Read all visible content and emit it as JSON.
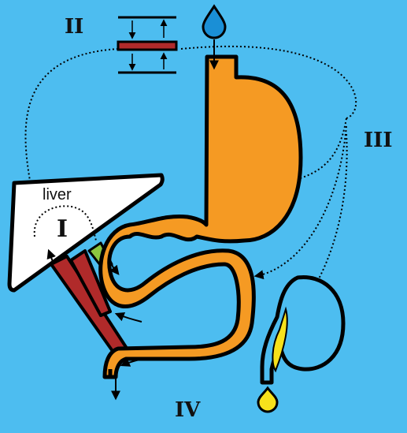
{
  "labels": {
    "liver": "liver",
    "region_I": "I",
    "region_II": "II",
    "region_III": "III",
    "region_IV": "IV"
  },
  "colors": {
    "background": "#4dbdf0",
    "stomach_gut": "#f59a23",
    "outline": "#000000",
    "liver": "#ffffff",
    "ducts": "#b02a2a",
    "gallbladder": "#8cc63f",
    "pancreas_secretion": "#f7e11b",
    "water_drop": "#1a8fd6"
  },
  "icons": {
    "water_drop": "water-drop-icon",
    "secretion_drop": "yellow-drop-icon",
    "membrane": "membrane-transport-icon"
  }
}
